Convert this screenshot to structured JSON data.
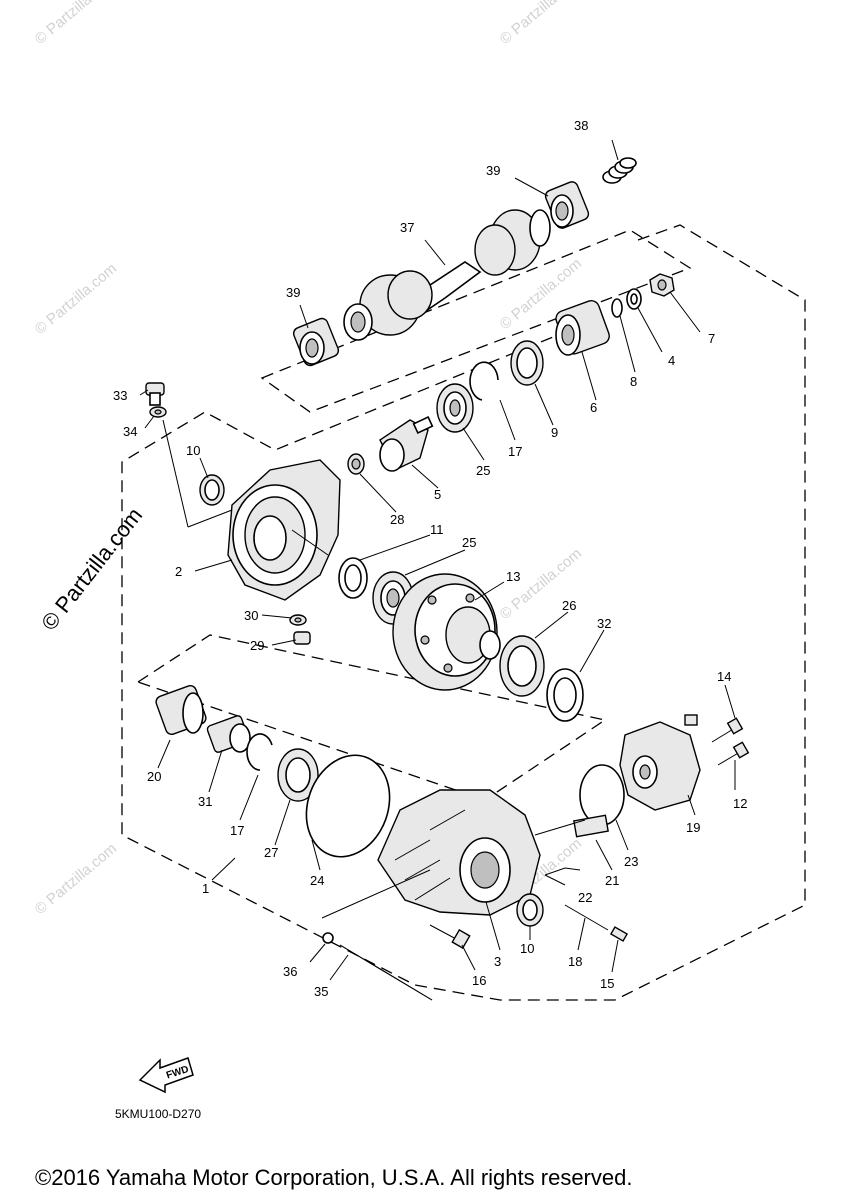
{
  "diagram": {
    "code": "5KMU100-D270",
    "copyright": "©2016 Yamaha Motor Corporation, U.S.A. All rights reserved.",
    "watermark": "© Partzilla.com",
    "fwd_label": "FWD",
    "callouts": {
      "c38": "38",
      "c39a": "39",
      "c37": "37",
      "c39b": "39",
      "c7": "7",
      "c4": "4",
      "c8": "8",
      "c6": "6",
      "c9": "9",
      "c17a": "17",
      "c25a": "25",
      "c5": "5",
      "c28": "28",
      "c33": "33",
      "c34": "34",
      "c10a": "10",
      "c2": "2",
      "c11": "11",
      "c25b": "25",
      "c13": "13",
      "c30": "30",
      "c29": "29",
      "c26": "26",
      "c32": "32",
      "c14": "14",
      "c12": "12",
      "c19": "19",
      "c20": "20",
      "c31": "31",
      "c17b": "17",
      "c27": "27",
      "c24": "24",
      "c1": "1",
      "c23": "23",
      "c21": "21",
      "c22": "22",
      "c3": "3",
      "c10b": "10",
      "c18": "18",
      "c15": "15",
      "c16": "16",
      "c36": "36",
      "c35": "35"
    }
  }
}
